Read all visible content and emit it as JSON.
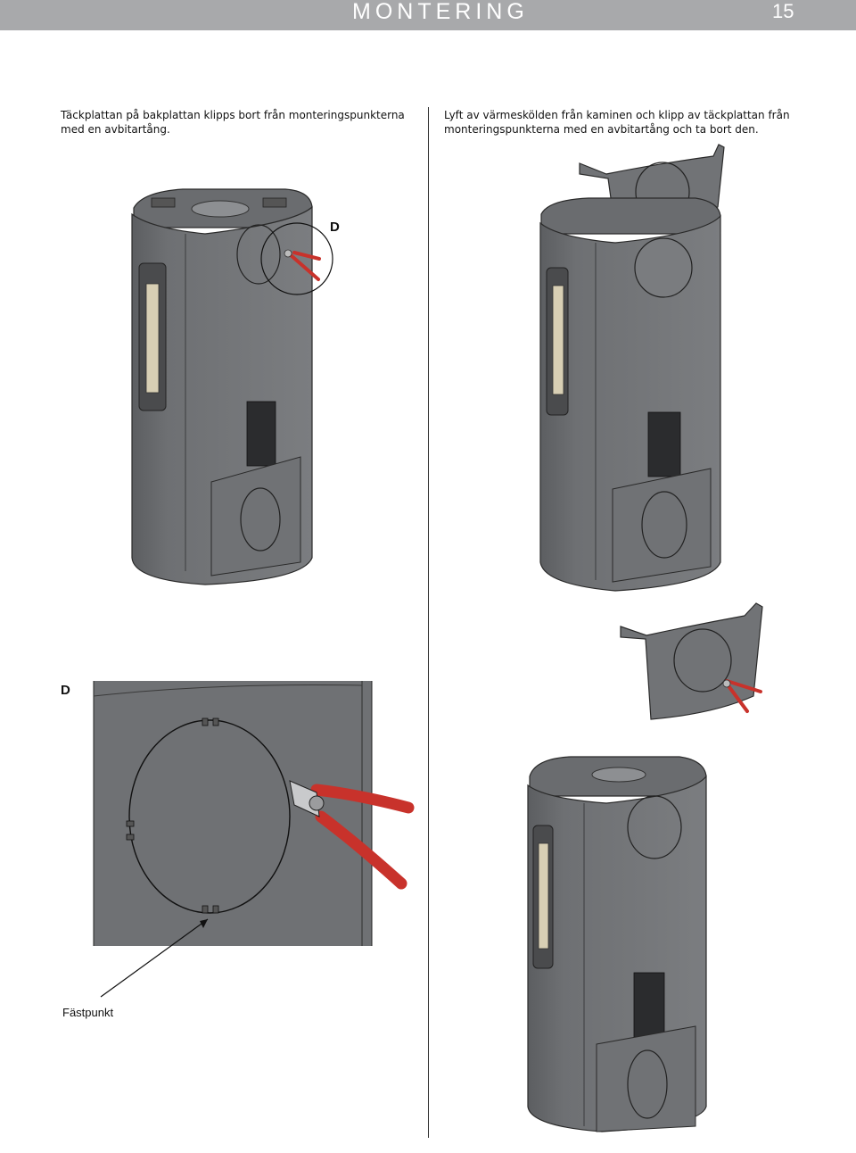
{
  "header": {
    "title": "MONTERING",
    "page_number": "15"
  },
  "instructions": {
    "left": "Täckplattan på bakplattan klipps bort från monteringspunkterna med en avbitartång.",
    "right": "Lyft av värmeskölden från kaminen och klipp av täckplattan från monteringspunkterna med en avbitartång och ta bort den."
  },
  "callouts": {
    "detail_label": "D",
    "detail_view_label": "D",
    "attachment_point": "Fästpunkt"
  },
  "colors": {
    "header_bg": "#a8a9ab",
    "stove_body": "#77797c",
    "stove_dark": "#4b4c4e",
    "pliers_red": "#c8322b"
  }
}
